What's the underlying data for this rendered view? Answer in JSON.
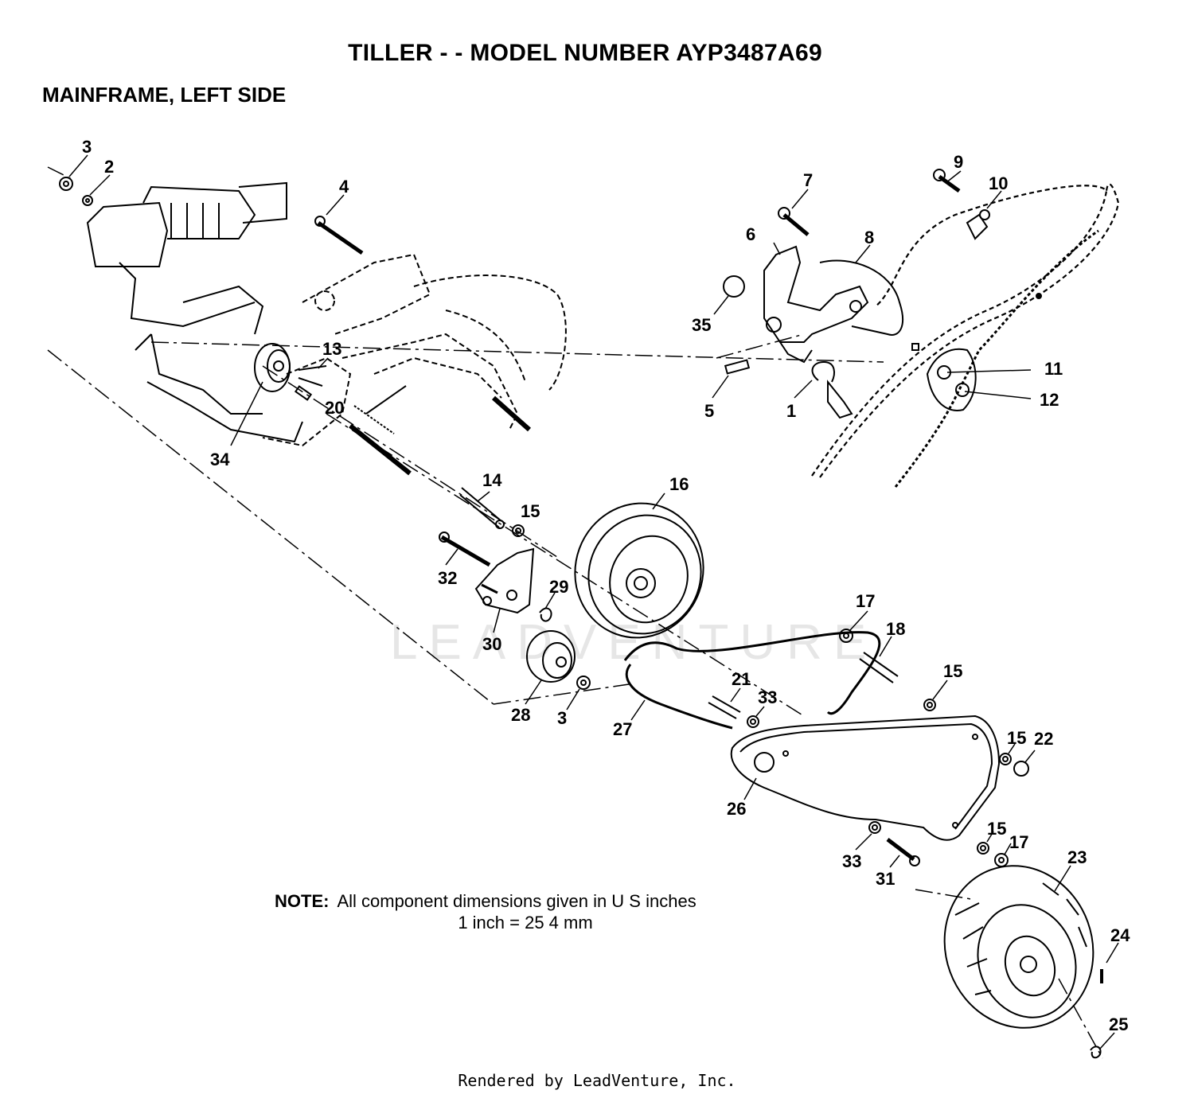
{
  "header": {
    "title": "TILLER - - MODEL NUMBER AYP3487A69",
    "subtitle": "MAINFRAME, LEFT SIDE"
  },
  "watermark": "LEADVENTURE",
  "callouts": [
    "1",
    "2",
    "3",
    "3",
    "4",
    "5",
    "6",
    "7",
    "8",
    "9",
    "10",
    "11",
    "12",
    "13",
    "14",
    "15",
    "15",
    "15",
    "15",
    "16",
    "17",
    "17",
    "18",
    "20",
    "21",
    "22",
    "23",
    "24",
    "25",
    "26",
    "27",
    "28",
    "29",
    "30",
    "31",
    "32",
    "33",
    "33",
    "34",
    "35"
  ],
  "note": {
    "label": "NOTE:",
    "text": "All component dimensions given in U S  inches",
    "conversion": "1 inch = 25 4 mm"
  },
  "footer": "Rendered by LeadVenture, Inc."
}
